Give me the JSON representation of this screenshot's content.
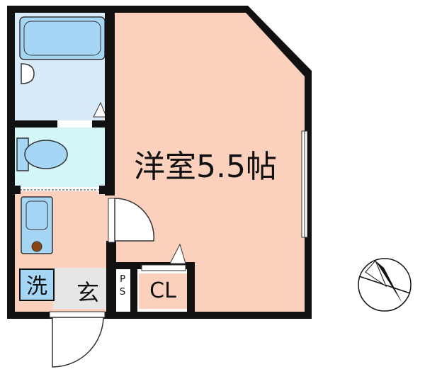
{
  "rooms": {
    "western_room": "洋室5.5帖",
    "closet": "CL",
    "pipe_space": "PS",
    "entrance": "玄",
    "washer": "洗"
  },
  "icons": {
    "compass": "north-arrow-icon",
    "bathtub": "bathtub-icon",
    "toilet": "toilet-icon",
    "washbasin": "washbasin-icon"
  },
  "colors": {
    "room_fill": "#fbd1be",
    "bath_fill": "#d8ebfb",
    "toilet_fill": "#d4f6f6",
    "fixture_fill": "#a6d6f6",
    "entrance_fill": "#e6e6e6",
    "wall": "#111111"
  }
}
